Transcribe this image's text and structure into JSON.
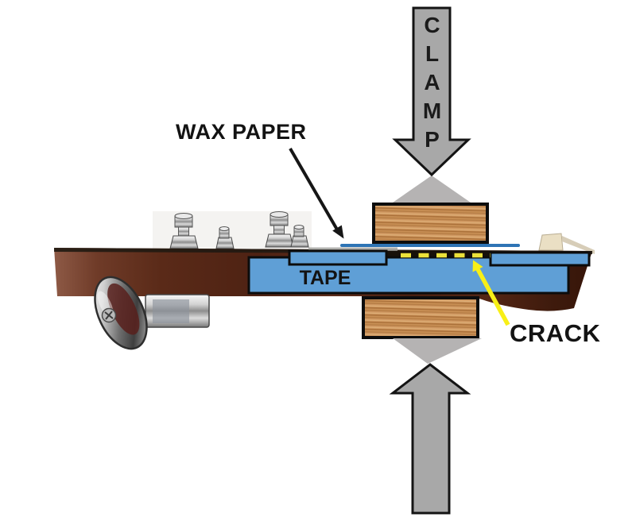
{
  "diagram": {
    "title_context": "guitar headstock crack clamping diagram",
    "labels": {
      "clamp": "CLAMP",
      "wax_paper": "WAX PAPER",
      "tape": "TAPE",
      "crack": "CRACK"
    },
    "colors": {
      "background": "#ffffff",
      "clamp_arrow_gray": "#a8a8a8",
      "clamp_contact_gray": "#b5b3b3",
      "outline_black": "#141414",
      "caul_wood_tan": "#cf9760",
      "tape_blue": "#5f9fd6",
      "wax_paper_blue": "#2e74b5",
      "crack_yellow": "#f3e81c",
      "headstock_mahogany": "#4e2213",
      "chrome_silver": "#c9c9c9"
    }
  }
}
